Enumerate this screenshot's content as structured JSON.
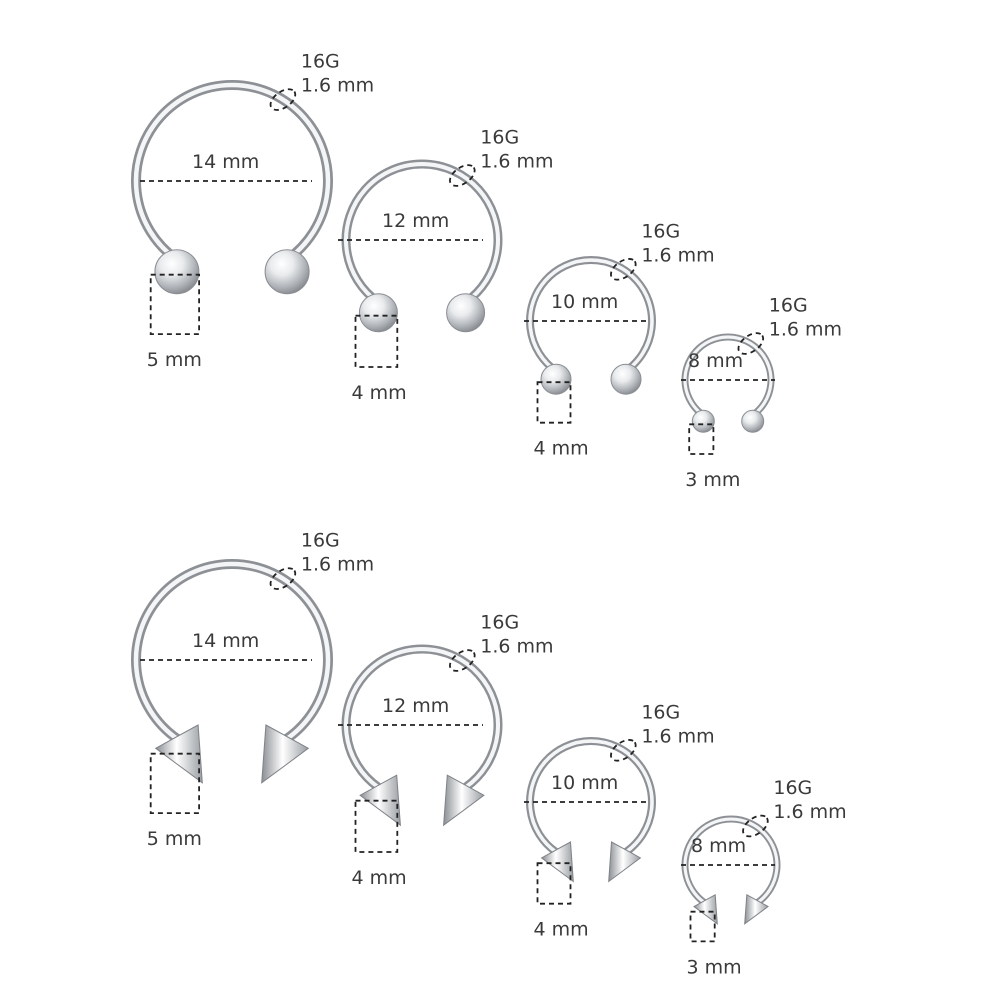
{
  "colors": {
    "metal_dark": "#8d9196",
    "metal_light": "#f4f5f6",
    "text": "#3a3a3a",
    "dash": "#222222"
  },
  "rows": [
    {
      "end_type": "ball",
      "items": [
        {
          "diameter_label": "14 mm",
          "end_label": "5 mm",
          "gauge_label": "16G",
          "thickness_label": "1.6 mm"
        },
        {
          "diameter_label": "12 mm",
          "end_label": "4 mm",
          "gauge_label": "16G",
          "thickness_label": "1.6 mm"
        },
        {
          "diameter_label": "10 mm",
          "end_label": "4 mm",
          "gauge_label": "16G",
          "thickness_label": "1.6 mm"
        },
        {
          "diameter_label": "8 mm",
          "end_label": "3 mm",
          "gauge_label": "16G",
          "thickness_label": "1.6 mm"
        }
      ]
    },
    {
      "end_type": "spike",
      "items": [
        {
          "diameter_label": "14 mm",
          "end_label": "5 mm",
          "gauge_label": "16G",
          "thickness_label": "1.6 mm"
        },
        {
          "diameter_label": "12 mm",
          "end_label": "4 mm",
          "gauge_label": "16G",
          "thickness_label": "1.6 mm"
        },
        {
          "diameter_label": "10 mm",
          "end_label": "4 mm",
          "gauge_label": "16G",
          "thickness_label": "1.6 mm"
        },
        {
          "diameter_label": "8 mm",
          "end_label": "3 mm",
          "gauge_label": "16G",
          "thickness_label": "1.6 mm"
        }
      ]
    }
  ]
}
